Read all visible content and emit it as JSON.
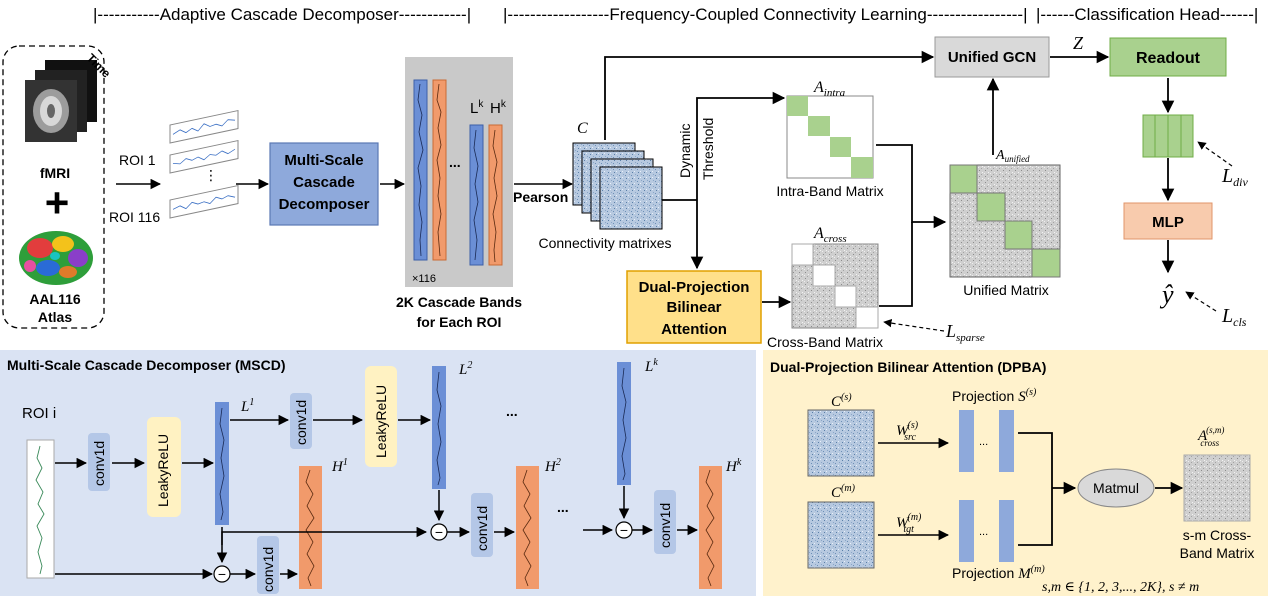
{
  "header": {
    "section_1": "|-----------Adaptive Cascade Decomposer------------|",
    "section_2": "|------------------Frequency-Coupled Connectivity Learning-----------------|",
    "section_3": "|------Classification Head------|"
  },
  "inputs": {
    "time_label": "Time",
    "fmri_label": "fMRI",
    "plus": "+",
    "atlas_label_1": "AAL116",
    "atlas_label_2": "Atlas",
    "roi_first": "ROI 1",
    "roi_last": "ROI 116",
    "dots": "⋮"
  },
  "top": {
    "mscd_box": [
      "Multi-Scale",
      "Cascade",
      "Decomposer"
    ],
    "bands_lk": "L",
    "bands_hk": "H",
    "sup_k": "k",
    "ellipsis": "...",
    "times116": "×116",
    "bands_caption_1": "2K Cascade Bands",
    "bands_caption_2": "for Each ROI",
    "pearson": "Pearson",
    "c_label": "C",
    "conn_caption": "Connectivity matrixes",
    "dynamic": "Dynamic",
    "threshold": "Threshold",
    "a_intra": "A",
    "intra_sub": "intra",
    "intra_caption": "Intra-Band Matrix",
    "a_cross": "A",
    "cross_sub": "cross",
    "cross_caption": "Cross-Band Matrix",
    "dpba_box": [
      "Dual-Projection",
      "Bilinear",
      "Attention"
    ],
    "a_unified": "A",
    "unified_sub": "unified",
    "unified_caption": "Unified Matrix",
    "gcn": "Unified GCN",
    "z": "Z",
    "readout": "Readout",
    "mlp": "MLP",
    "y_hat": "ŷ",
    "l_div": "L",
    "div_sub": "div",
    "l_cls": "L",
    "cls_sub": "cls",
    "l_sparse": "L",
    "sparse_sub": "sparse"
  },
  "mscd_panel": {
    "title": "Multi-Scale Cascade Decomposer (MSCD)",
    "roi_i": "ROI i",
    "conv1d": "conv1d",
    "leaky": "LeakyReLU",
    "l": "L",
    "h": "H",
    "sup_1": "1",
    "sup_2": "2",
    "sup_k": "k",
    "minus": "−",
    "ellipsis": "..."
  },
  "dpba_panel": {
    "title": "Dual-Projection Bilinear Attention (DPBA)",
    "c": "C",
    "sup_s": "(s)",
    "sup_m": "(m)",
    "w": "W",
    "src": "src",
    "tgt": "tgt",
    "proj": "Projection",
    "s": "S",
    "m": "M",
    "matmul": "Matmul",
    "a": "A",
    "cross_sub": "cross",
    "sm_sup": "(s,m)",
    "caption_1": "s-m Cross-",
    "caption_2": "Band Matrix",
    "formula": "s,m ∈ {1, 2, 3,..., 2K},  s ≠ m",
    "dots": "..."
  },
  "colors": {
    "mscd_fill": "#8ea9db",
    "dpba_fill": "#ffe08a",
    "dpba_stroke": "#e0a000",
    "gcn_fill": "#d9d9d9",
    "green_fill": "#a9d18e",
    "mlp_fill": "#f8cbad",
    "low_band": "#6b8fd6",
    "high_band": "#f19a6b",
    "panel_blue": "#dae3f3",
    "panel_yellow": "#fff2cc",
    "leaky_fill": "#fff2c2",
    "conv_fill": "#b4c7e7"
  }
}
